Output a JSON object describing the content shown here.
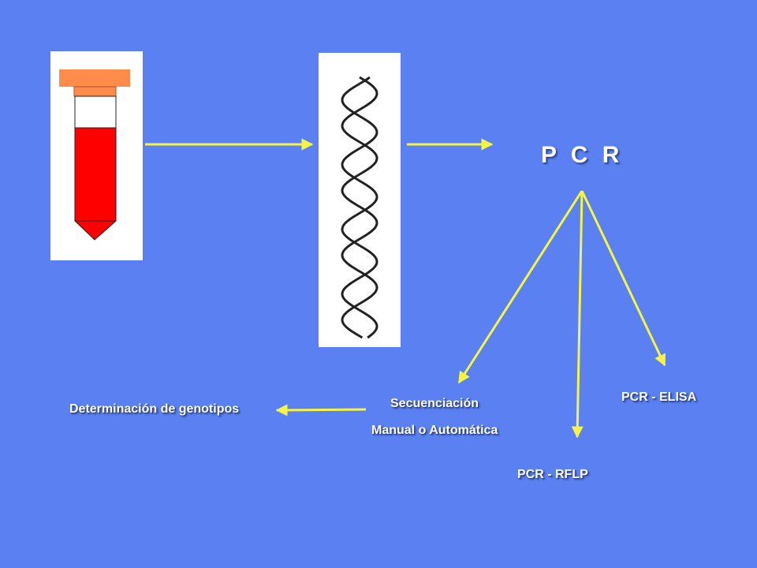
{
  "colors": {
    "background": "#5a80f2",
    "arrow": "#f5f542",
    "tube_cap": "#ff8c4a",
    "blood": "#ff0000",
    "panel": "#ffffff"
  },
  "icons": [
    "blood-tube-icon",
    "dna-helix-icon"
  ],
  "labels": {
    "pcr_title": "P C R",
    "sequencing": "Secuenciación",
    "sequencing_mode": "Manual o Automática",
    "genotyping": "Determinación de genotipos",
    "pcr_elisa": "PCR - ELISA",
    "pcr_rflp": "PCR - RFLP"
  }
}
